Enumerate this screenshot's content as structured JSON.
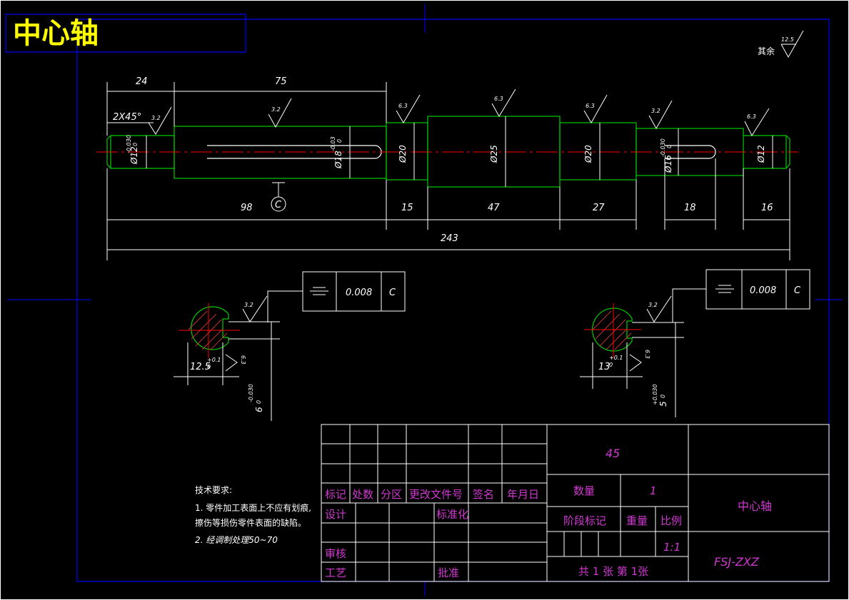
{
  "title": "中心轴",
  "roughness_default": {
    "label": "其余",
    "value": "12.5"
  },
  "shaft": {
    "top_dims": [
      "24",
      "75"
    ],
    "chamfer": "2X45°",
    "roughness_marks": [
      "3.2",
      "3.2",
      "6.3",
      "6.3",
      "6.3",
      "3.2",
      "6.3"
    ],
    "diameters": [
      "Ø12",
      "Ø18",
      "Ø20",
      "Ø25",
      "Ø20",
      "Ø16",
      "Ø12"
    ],
    "tol_left": "-0.030",
    "tol_left2": "0",
    "tol_18": "-0.03",
    "tol_18b": "0",
    "tol_16": "-0.030",
    "tol_16b": "0",
    "datum": "C",
    "bottom_dims": [
      "98",
      "15",
      "47",
      "27",
      "18",
      "16"
    ],
    "overall": "243"
  },
  "sections": [
    {
      "tolerance_symbol": "symmetry-icon",
      "tolerance_value": "0.008",
      "datum": "C",
      "roughness": "3.2",
      "depth": "12.5",
      "depth_tol_upper": "+0.1",
      "depth_tol_lower": "0",
      "side_roughness": "6.3",
      "width": "6",
      "width_tol_upper": "-0.030",
      "width_tol_lower": "0"
    },
    {
      "tolerance_symbol": "symmetry-icon",
      "tolerance_value": "0.008",
      "datum": "C",
      "roughness": "3.2",
      "depth": "13",
      "depth_tol_upper": "+0.1",
      "depth_tol_lower": "0",
      "side_roughness": "6.3",
      "width": "5",
      "width_tol_upper": "+0.030",
      "width_tol_lower": "0"
    }
  ],
  "tech_notes": {
    "heading": "技术要求:",
    "lines": [
      "1. 零件加工表面上不应有划痕,",
      "擦伤等损伤零件表面的缺陷。",
      "2. 经调制处理50~70"
    ]
  },
  "title_block": {
    "material": "45",
    "part_name": "中心轴",
    "drawing_no": "FSJ-ZXZ",
    "headers": [
      "标记",
      "处数",
      "分区",
      "更改文件号",
      "签名",
      "年月日"
    ],
    "rows": [
      "设计",
      "标准化",
      "审核",
      "工艺",
      "批准"
    ],
    "qty_label": "数量",
    "qty_value": "1",
    "stage_label": "阶段标记",
    "weight_label": "重量",
    "scale_label": "比例",
    "scale_value": "1:1",
    "sheets": "共 1 张 第 1张"
  },
  "colors": {
    "background": "#000000",
    "frame": "#0000ff",
    "outline": "#00cc00",
    "centerline": "#ff0000",
    "title": "#ffff00",
    "title_block_text": "#d038d0"
  }
}
